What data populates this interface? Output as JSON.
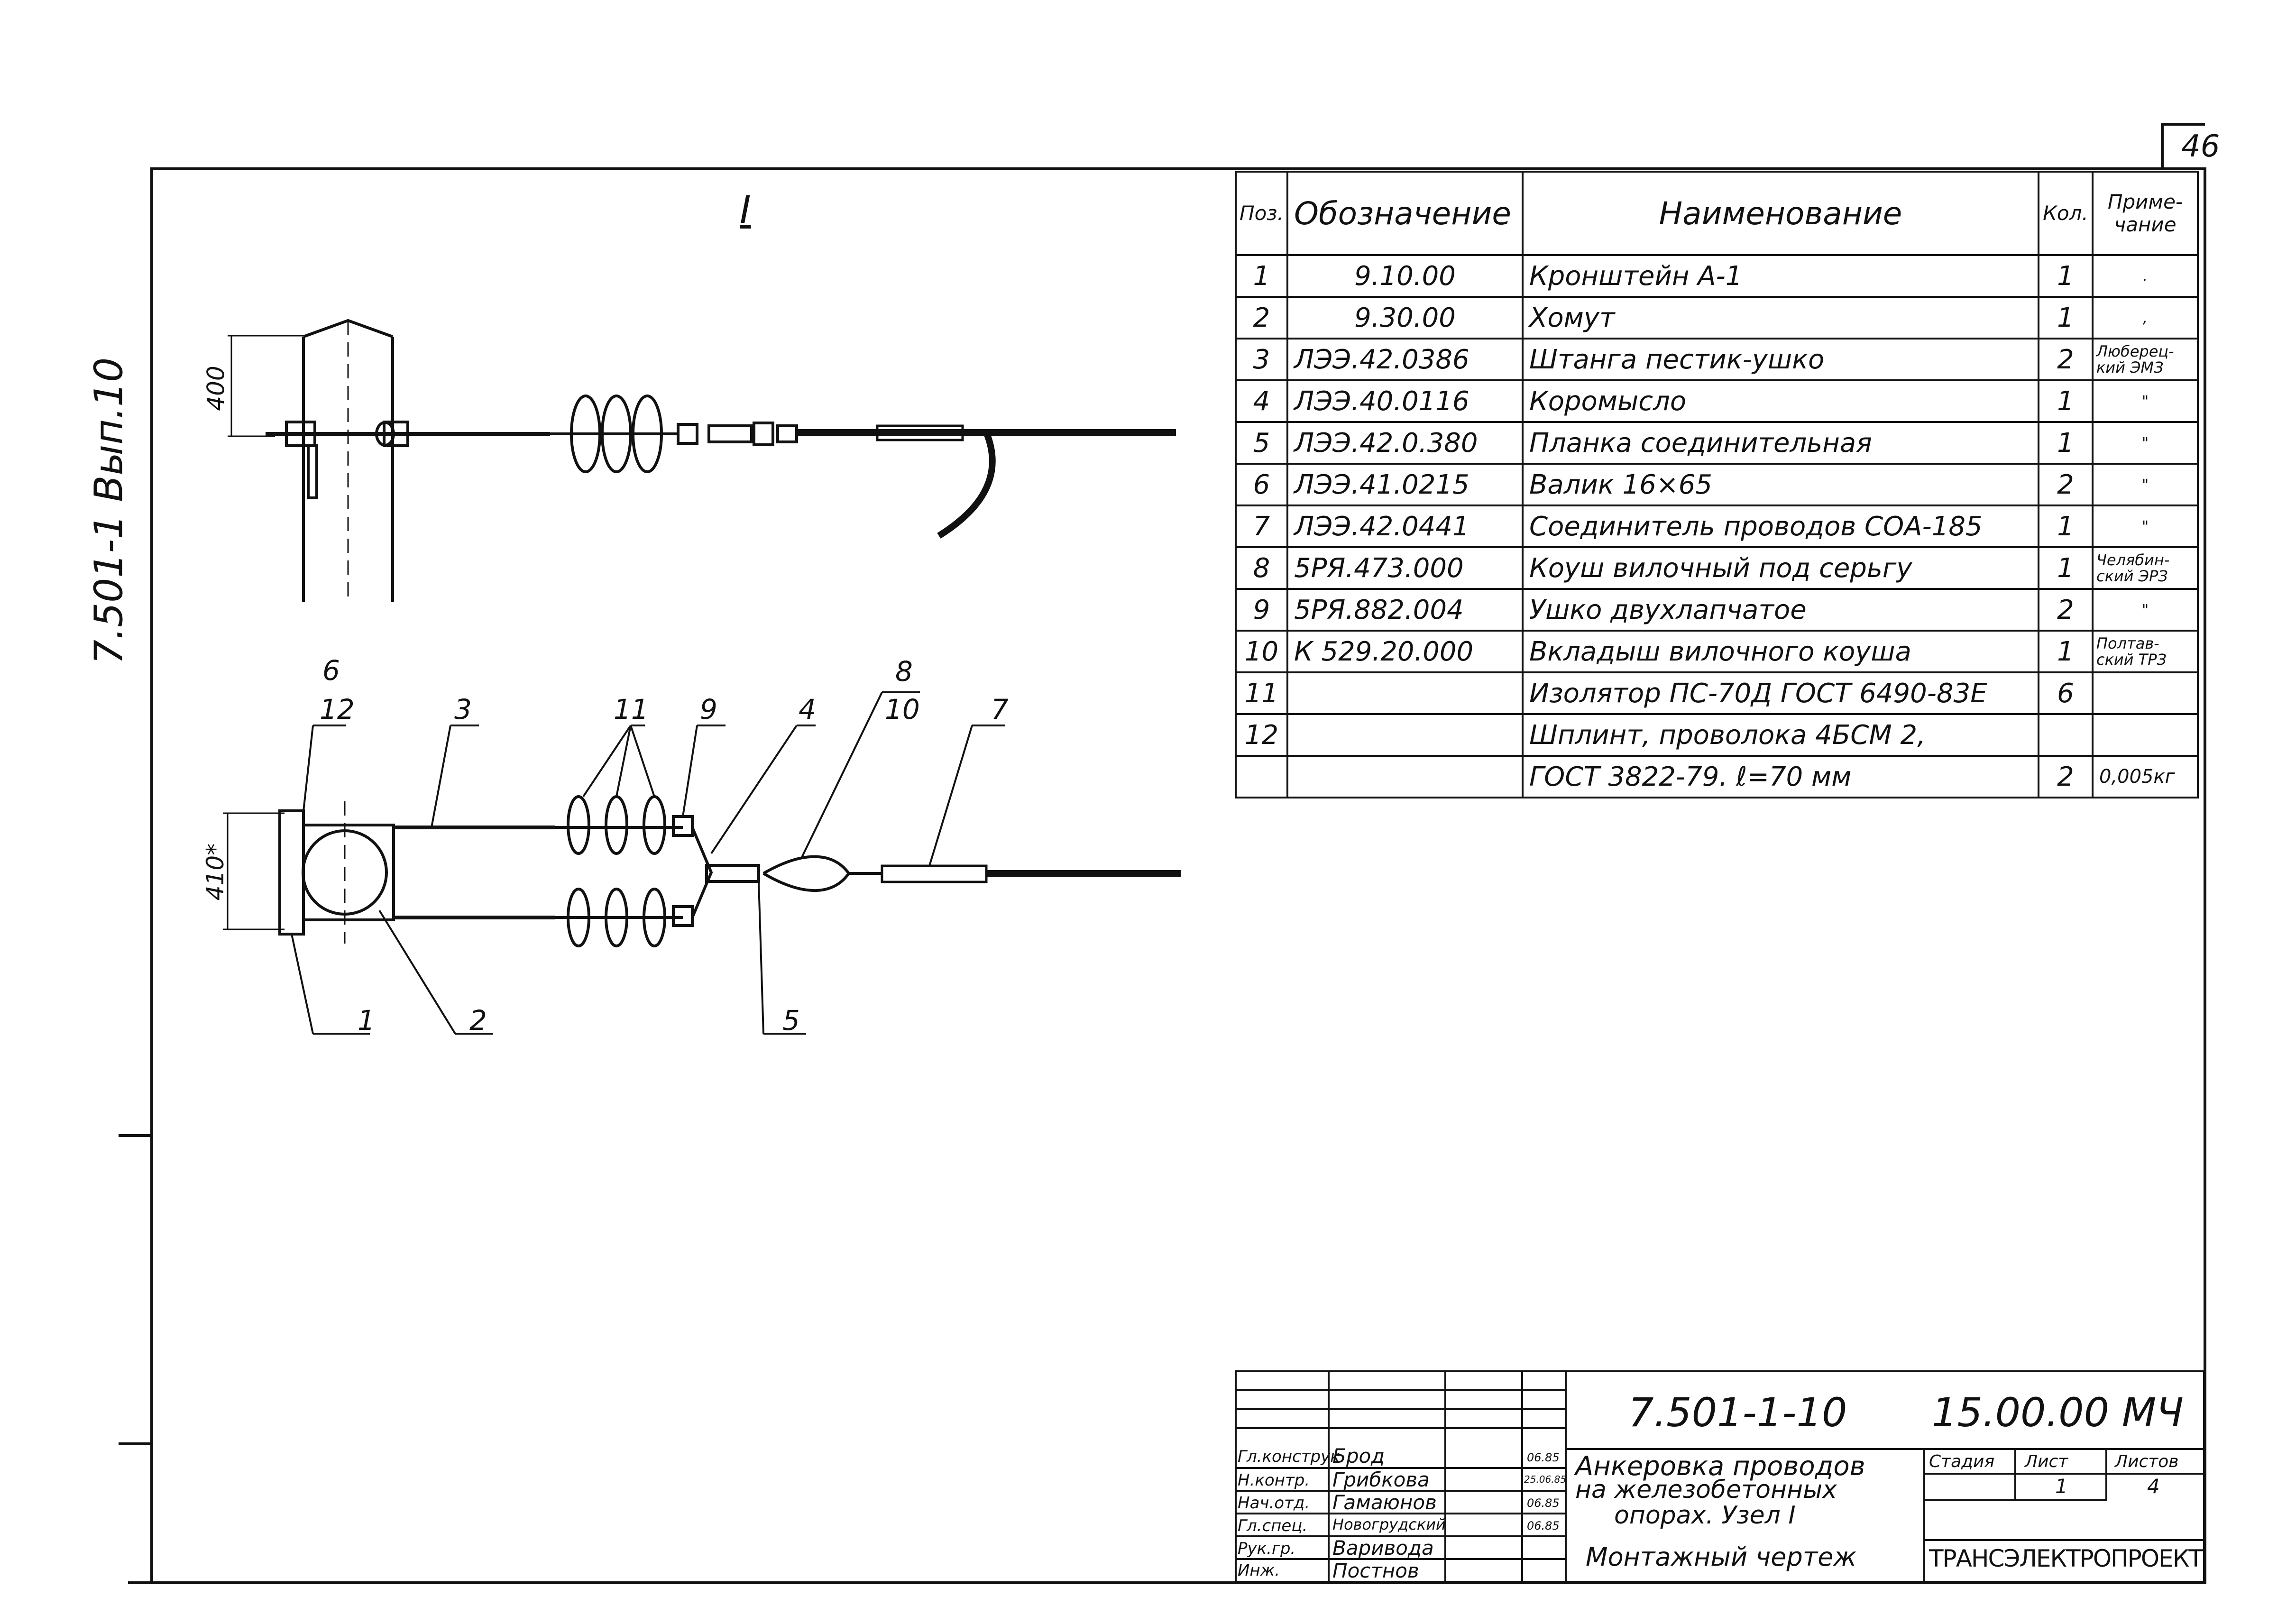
{
  "page_number": "46",
  "side_stamp": "7.501-1 Вып.10",
  "view_mark": "I",
  "dimensions": {
    "top_view": "400",
    "bottom_view": "410*"
  },
  "callouts": [
    "1",
    "2",
    "3",
    "4",
    "5",
    "6",
    "7",
    "8",
    "9",
    "10",
    "11",
    "12"
  ],
  "spec_table": {
    "headers": {
      "pos": "Поз.",
      "designation": "Обозначение",
      "name": "Наименование",
      "qty": "Кол.",
      "note": "Приме-чание"
    },
    "rows": [
      {
        "pos": "1",
        "designation": "9.10.00",
        "name": "Кронштейн А-1",
        "qty": "1",
        "note": "."
      },
      {
        "pos": "2",
        "designation": "9.30.00",
        "name": "Хомут",
        "qty": "1",
        "note": ","
      },
      {
        "pos": "3",
        "designation": "ЛЭЭ.42.0386",
        "name": "Штанга пестик-ушко",
        "qty": "2",
        "note": "Люберец-кий ЭМЗ"
      },
      {
        "pos": "4",
        "designation": "ЛЭЭ.40.0116",
        "name": "Коромысло",
        "qty": "1",
        "note": "\""
      },
      {
        "pos": "5",
        "designation": "ЛЭЭ.42.0.380",
        "name": "Планка соединительная",
        "qty": "1",
        "note": "\""
      },
      {
        "pos": "6",
        "designation": "ЛЭЭ.41.0215",
        "name": "Валик 16×65",
        "qty": "2",
        "note": "\""
      },
      {
        "pos": "7",
        "designation": "ЛЭЭ.42.0441",
        "name": "Соединитель проводов СОА-185",
        "qty": "1",
        "note": "\""
      },
      {
        "pos": "8",
        "designation": "5РЯ.473.000",
        "name": "Коуш вилочный под серьгу",
        "qty": "1",
        "note": "Челябин-ский ЭРЗ"
      },
      {
        "pos": "9",
        "designation": "5РЯ.882.004",
        "name": "Ушко двухлапчатое",
        "qty": "2",
        "note": "\""
      },
      {
        "pos": "10",
        "designation": "К 529.20.000",
        "name": "Вкладыш вилочного коуша",
        "qty": "1",
        "note": "Полтав-ский ТРЗ"
      },
      {
        "pos": "11",
        "designation": "",
        "name": "Изолятор ПС-70Д ГОСТ 6490-83Е",
        "qty": "6",
        "note": ""
      },
      {
        "pos": "12",
        "designation": "",
        "name": "Шплинт, проволока 4БСМ 2,",
        "qty": "",
        "note": ""
      },
      {
        "pos": "",
        "designation": "",
        "name": "ГОСТ 3822-79. ℓ=70 мм",
        "qty": "2",
        "note": "0,005кг"
      }
    ]
  },
  "title_block": {
    "doc_number": "7.501-1-10",
    "doc_code": "15.00.00 МЧ",
    "title": [
      "Анкеровка проводов",
      "на железобетонных",
      "опорах. Узел I",
      "Монтажный чертеж"
    ],
    "stage_header": "Стадия",
    "sheet_header": "Лист",
    "sheets_header": "Листов",
    "sheet": "1",
    "sheets": "4",
    "organization": "ТРАНСЭЛЕКТРОПРОЕКТ",
    "signatures": [
      {
        "role": "Гл.конструк.",
        "name": "Брод",
        "date": "06.85"
      },
      {
        "role": "Н.контр.",
        "name": "Грибкова",
        "date": "25.06.85"
      },
      {
        "role": "Нач.отд.",
        "name": "Гамаюнов",
        "date": "06.85"
      },
      {
        "role": "Гл.спец.",
        "name": "Новогрудский",
        "date": "06.85"
      },
      {
        "role": "Рук.гр.",
        "name": "Варивода",
        "date": ""
      },
      {
        "role": "Инж.",
        "name": "Постнов",
        "date": ""
      }
    ]
  }
}
